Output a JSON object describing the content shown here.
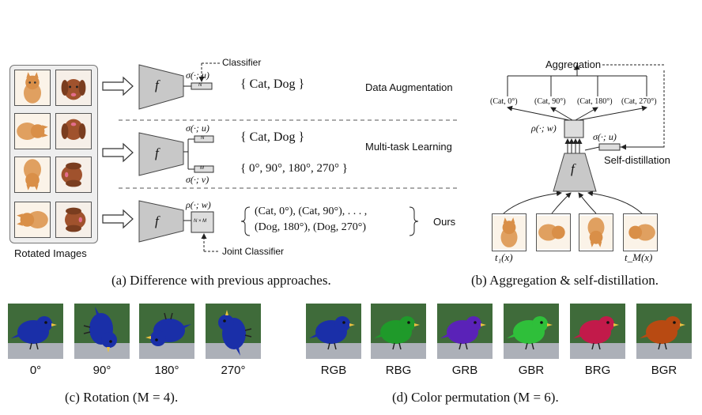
{
  "panel_a": {
    "rotated_images_label": "Rotated Images",
    "classifier_label": "Classifier",
    "joint_classifier_label": "Joint Classifier",
    "f_symbol": "f",
    "sigma_u": "σ(·; u)",
    "sigma_v": "σ(·; v)",
    "rho_w": "ρ(·; w)",
    "head_N": "N",
    "head_M": "M",
    "head_NxM": "N × M",
    "rows": [
      {
        "name": "Data Augmentation",
        "set": "{  Cat,  Dog  }"
      },
      {
        "name": "Multi-task Learning",
        "set_top": "{  Cat,  Dog  }",
        "set_bottom": "{  0°,  90°,  180°,  270°  }"
      },
      {
        "name": "Ours",
        "set_line1": "(Cat, 0°),  (Cat, 90°),  . . . ,",
        "set_line2": "(Dog, 180°),  (Dog, 270°)"
      }
    ],
    "caption": "(a)  Difference with previous approaches."
  },
  "panel_b": {
    "aggregation_label": "Aggregation",
    "outputs": [
      "(Cat, 0°)",
      "(Cat, 90°)",
      "(Cat, 180°)",
      "(Cat, 270°)"
    ],
    "rho_w": "ρ(·; w)",
    "sigma_u": "σ(·; u)",
    "self_distillation_label": "Self-distillation",
    "f_symbol": "f",
    "t1": "t₁(x)",
    "tM": "t_M(x)",
    "caption": "(b)  Aggregation & self-distillation."
  },
  "panel_c": {
    "labels": [
      "0°",
      "90°",
      "180°",
      "270°"
    ],
    "caption": "(c)  Rotation (M = 4)."
  },
  "panel_d": {
    "labels": [
      "RGB",
      "RBG",
      "GRB",
      "GBR",
      "BRG",
      "BGR"
    ],
    "colors": [
      "#1a2fa8",
      "#1f9a2a",
      "#5a22b8",
      "#2fbf3a",
      "#c21a4a",
      "#b84a12"
    ],
    "caption": "(d)  Color permutation (M = 6)."
  }
}
